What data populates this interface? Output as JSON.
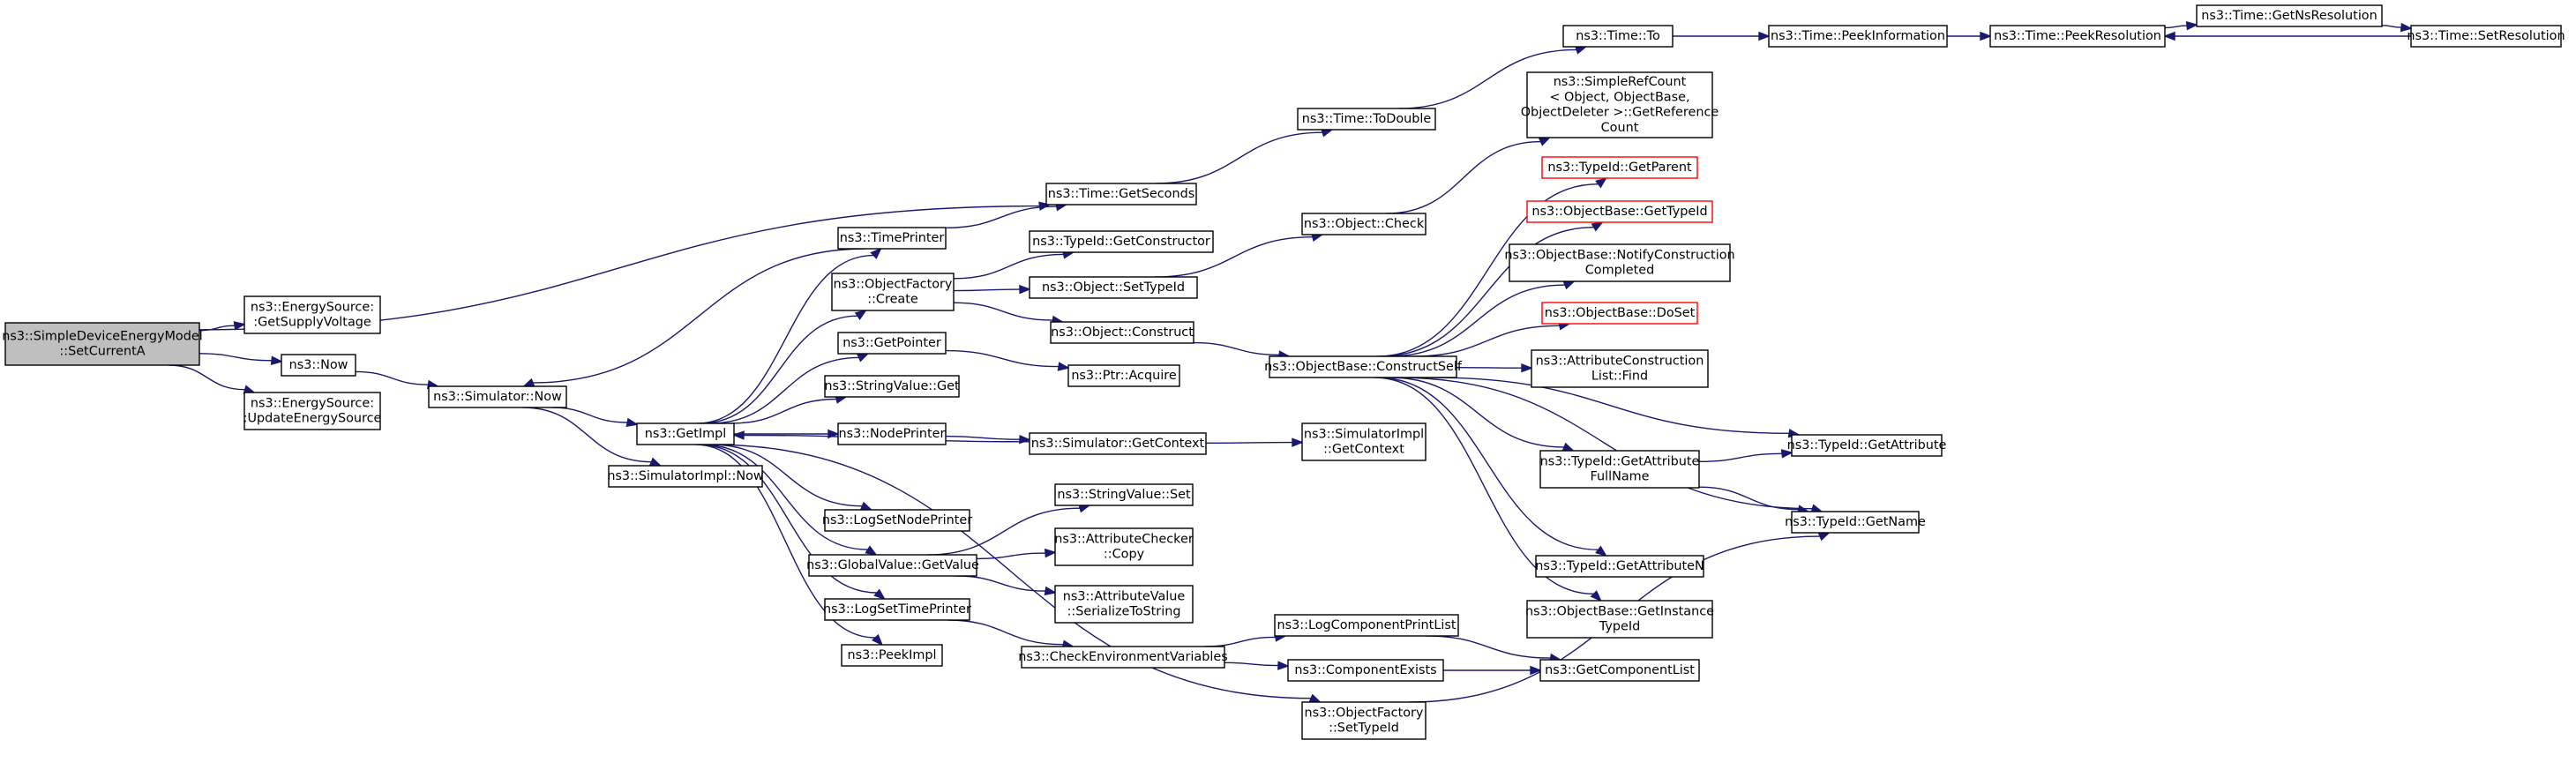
{
  "graph": {
    "colors": {
      "edge": "#191970",
      "root_fill": "#bfbfbf",
      "node_fill": "#ffffff",
      "node_stroke": "#000000",
      "incomplete_stroke": "#ff0000"
    },
    "nodes": [
      {
        "id": "root",
        "lines": [
          "ns3::SimpleDeviceEnergyModel",
          "::SetCurrentA"
        ],
        "style": "root"
      },
      {
        "id": "supply",
        "lines": [
          "ns3::EnergySource:",
          ":GetSupplyVoltage"
        ]
      },
      {
        "id": "now",
        "lines": [
          "ns3::Now"
        ]
      },
      {
        "id": "update",
        "lines": [
          "ns3::EnergySource:",
          ":UpdateEnergySource"
        ]
      },
      {
        "id": "simnow",
        "lines": [
          "ns3::Simulator::Now"
        ]
      },
      {
        "id": "getimpl",
        "lines": [
          "ns3::GetImpl"
        ]
      },
      {
        "id": "implnow",
        "lines": [
          "ns3::SimulatorImpl::Now"
        ]
      },
      {
        "id": "timeprinter",
        "lines": [
          "ns3::TimePrinter"
        ]
      },
      {
        "id": "objfactcreate",
        "lines": [
          "ns3::ObjectFactory",
          "::Create"
        ]
      },
      {
        "id": "getpointer",
        "lines": [
          "ns3::GetPointer"
        ]
      },
      {
        "id": "stringget",
        "lines": [
          "ns3::StringValue::Get"
        ]
      },
      {
        "id": "nodeprinter",
        "lines": [
          "ns3::NodePrinter"
        ]
      },
      {
        "id": "lognodeprinter",
        "lines": [
          "ns3::LogSetNodePrinter"
        ]
      },
      {
        "id": "gvgetvalue",
        "lines": [
          "ns3::GlobalValue::GetValue"
        ]
      },
      {
        "id": "logtimeprinter",
        "lines": [
          "ns3::LogSetTimePrinter"
        ]
      },
      {
        "id": "peekimpl",
        "lines": [
          "ns3::PeekImpl"
        ]
      },
      {
        "id": "getseconds",
        "lines": [
          "ns3::Time::GetSeconds"
        ]
      },
      {
        "id": "getconstructor",
        "lines": [
          "ns3::TypeId::GetConstructor"
        ]
      },
      {
        "id": "objsettypeid",
        "lines": [
          "ns3::Object::SetTypeId"
        ]
      },
      {
        "id": "objconstruct",
        "lines": [
          "ns3::Object::Construct"
        ]
      },
      {
        "id": "ptracquire",
        "lines": [
          "ns3::Ptr::Acquire"
        ]
      },
      {
        "id": "simgetcontext",
        "lines": [
          "ns3::Simulator::GetContext"
        ]
      },
      {
        "id": "stringset",
        "lines": [
          "ns3::StringValue::Set"
        ]
      },
      {
        "id": "attrcheckcopy",
        "lines": [
          "ns3::AttributeChecker",
          "::Copy"
        ]
      },
      {
        "id": "attrvalueser",
        "lines": [
          "ns3::AttributeValue",
          "::SerializeToString"
        ]
      },
      {
        "id": "checkenv",
        "lines": [
          "ns3::CheckEnvironmentVariables"
        ]
      },
      {
        "id": "todouble",
        "lines": [
          "ns3::Time::ToDouble"
        ]
      },
      {
        "id": "objcheck",
        "lines": [
          "ns3::Object::Check"
        ]
      },
      {
        "id": "constructself",
        "lines": [
          "ns3::ObjectBase::ConstructSelf"
        ]
      },
      {
        "id": "simimplgetctx",
        "lines": [
          "ns3::SimulatorImpl",
          "::GetContext"
        ]
      },
      {
        "id": "logcompprint",
        "lines": [
          "ns3::LogComponentPrintList"
        ]
      },
      {
        "id": "compexists",
        "lines": [
          "ns3::ComponentExists"
        ]
      },
      {
        "id": "objfactsettypeid",
        "lines": [
          "ns3::ObjectFactory",
          "::SetTypeId"
        ]
      },
      {
        "id": "timeto",
        "lines": [
          "ns3::Time::To"
        ]
      },
      {
        "id": "simplerefcount",
        "lines": [
          "ns3::SimpleRefCount",
          "< Object, ObjectBase,",
          "ObjectDeleter >::GetReference",
          "Count"
        ]
      },
      {
        "id": "getparent",
        "lines": [
          "ns3::TypeId::GetParent"
        ],
        "style": "red"
      },
      {
        "id": "obgettypeid",
        "lines": [
          "ns3::ObjectBase::GetTypeId"
        ],
        "style": "red"
      },
      {
        "id": "notifyconstr",
        "lines": [
          "ns3::ObjectBase::NotifyConstruction",
          "Completed"
        ]
      },
      {
        "id": "doset",
        "lines": [
          "ns3::ObjectBase::DoSet"
        ],
        "style": "red"
      },
      {
        "id": "attrconstrfind",
        "lines": [
          "ns3::AttributeConstruction",
          "List::Find"
        ]
      },
      {
        "id": "getattrfullname",
        "lines": [
          "ns3::TypeId::GetAttribute",
          "FullName"
        ]
      },
      {
        "id": "getattributen",
        "lines": [
          "ns3::TypeId::GetAttributeN"
        ]
      },
      {
        "id": "getinstancetypeid",
        "lines": [
          "ns3::ObjectBase::GetInstance",
          "TypeId"
        ]
      },
      {
        "id": "getcomplist",
        "lines": [
          "ns3::GetComponentList"
        ]
      },
      {
        "id": "peekinfo",
        "lines": [
          "ns3::Time::PeekInformation"
        ]
      },
      {
        "id": "getattribute",
        "lines": [
          "ns3::TypeId::GetAttribute"
        ]
      },
      {
        "id": "getname",
        "lines": [
          "ns3::TypeId::GetName"
        ]
      },
      {
        "id": "peekres",
        "lines": [
          "ns3::Time::PeekResolution"
        ]
      },
      {
        "id": "getnsres",
        "lines": [
          "ns3::Time::GetNsResolution"
        ]
      },
      {
        "id": "setres",
        "lines": [
          "ns3::Time::SetResolution"
        ]
      }
    ],
    "edges": [
      [
        "root",
        "getseconds"
      ],
      [
        "root",
        "supply"
      ],
      [
        "root",
        "now"
      ],
      [
        "root",
        "update"
      ],
      [
        "now",
        "simnow"
      ],
      [
        "simnow",
        "getimpl"
      ],
      [
        "simnow",
        "implnow"
      ],
      [
        "getimpl",
        "timeprinter"
      ],
      [
        "getimpl",
        "objfactcreate"
      ],
      [
        "getimpl",
        "getpointer"
      ],
      [
        "getimpl",
        "stringget"
      ],
      [
        "getimpl",
        "nodeprinter"
      ],
      [
        "getimpl",
        "lognodeprinter"
      ],
      [
        "getimpl",
        "gvgetvalue"
      ],
      [
        "getimpl",
        "logtimeprinter"
      ],
      [
        "getimpl",
        "peekimpl"
      ],
      [
        "getimpl",
        "objfactsettypeid"
      ],
      [
        "timeprinter",
        "getseconds"
      ],
      [
        "timeprinter",
        "simnow"
      ],
      [
        "objfactcreate",
        "getconstructor"
      ],
      [
        "objfactcreate",
        "objsettypeid"
      ],
      [
        "objfactcreate",
        "objconstruct"
      ],
      [
        "getpointer",
        "ptracquire"
      ],
      [
        "nodeprinter",
        "simgetcontext"
      ],
      [
        "gvgetvalue",
        "stringset"
      ],
      [
        "gvgetvalue",
        "attrcheckcopy"
      ],
      [
        "gvgetvalue",
        "attrvalueser"
      ],
      [
        "logtimeprinter",
        "checkenv"
      ],
      [
        "getseconds",
        "todouble"
      ],
      [
        "todouble",
        "timeto"
      ],
      [
        "timeto",
        "peekinfo"
      ],
      [
        "peekinfo",
        "peekres"
      ],
      [
        "peekres",
        "getnsres"
      ],
      [
        "getnsres",
        "setres"
      ],
      [
        "setres",
        "peekres"
      ],
      [
        "objsettypeid",
        "objcheck"
      ],
      [
        "objcheck",
        "simplerefcount"
      ],
      [
        "objconstruct",
        "constructself"
      ],
      [
        "simgetcontext",
        "simimplgetctx"
      ],
      [
        "simgetcontext",
        "getimpl"
      ],
      [
        "checkenv",
        "logcompprint"
      ],
      [
        "checkenv",
        "compexists"
      ],
      [
        "logcompprint",
        "getcomplist"
      ],
      [
        "compexists",
        "getcomplist"
      ],
      [
        "objfactsettypeid",
        "getname"
      ],
      [
        "constructself",
        "getparent"
      ],
      [
        "constructself",
        "obgettypeid"
      ],
      [
        "constructself",
        "notifyconstr"
      ],
      [
        "constructself",
        "doset"
      ],
      [
        "constructself",
        "attrconstrfind"
      ],
      [
        "constructself",
        "getattribute"
      ],
      [
        "constructself",
        "getattrfullname"
      ],
      [
        "constructself",
        "getname"
      ],
      [
        "constructself",
        "getattributen"
      ],
      [
        "constructself",
        "getinstancetypeid"
      ],
      [
        "getattrfullname",
        "getattribute"
      ],
      [
        "getattrfullname",
        "getname"
      ]
    ]
  }
}
